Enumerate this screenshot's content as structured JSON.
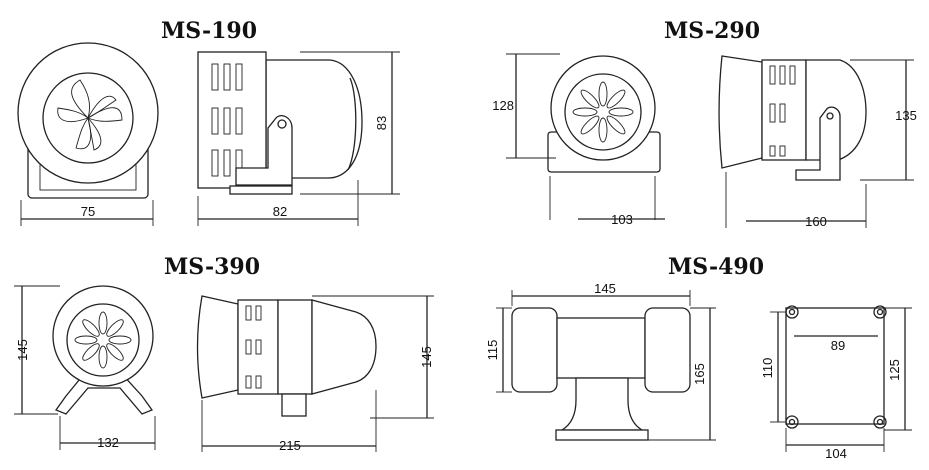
{
  "models": [
    {
      "name": "MS-190",
      "dims": {
        "front_width": "75",
        "side_length": "82",
        "height": "83"
      }
    },
    {
      "name": "MS-290",
      "dims": {
        "height_front": "128",
        "front_width": "103",
        "side_length": "160",
        "height_side": "135"
      }
    },
    {
      "name": "MS-390",
      "dims": {
        "height_front": "145",
        "front_width": "132",
        "side_length": "215",
        "height_side": "145"
      }
    },
    {
      "name": "MS-490",
      "dims": {
        "length": "145",
        "horn_height": "115",
        "total_height": "165",
        "hole_spacing_x": "89",
        "base_height": "110",
        "base_height_outer": "125",
        "base_width": "104"
      }
    }
  ]
}
